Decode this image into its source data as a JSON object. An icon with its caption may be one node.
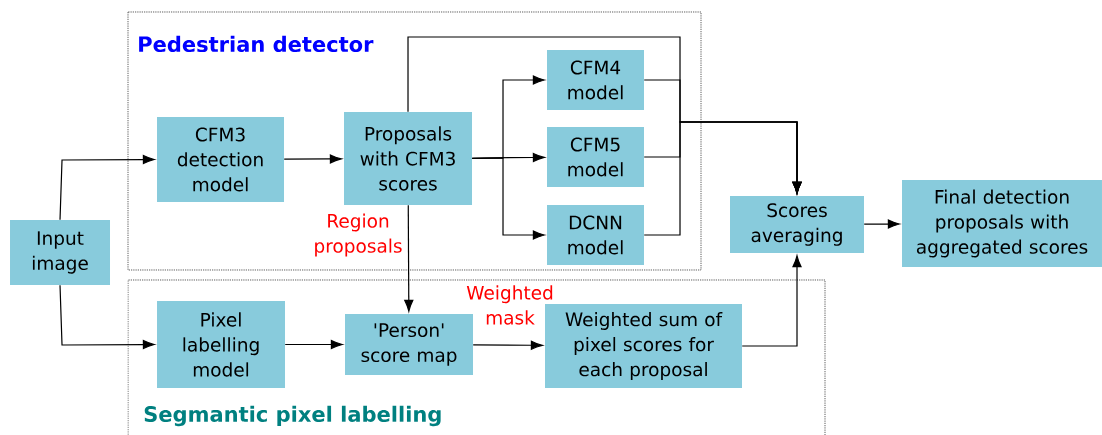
{
  "diagram": {
    "nodes": [
      {
        "text": [
          "Pedestrian detector"
        ]
      },
      {
        "text": [
          "Segmantic pixel labelling"
        ]
      },
      {
        "text": [
          "Input image"
        ]
      },
      {
        "text": [
          "CFM3 detection model"
        ],
        "in": 0
      },
      {
        "text": [
          "Proposals with CFM3 scores"
        ],
        "in": 0
      },
      {
        "text": [
          "CFM4 model"
        ],
        "in": 0
      },
      {
        "text": [
          "CFM5 model"
        ],
        "in": 0
      },
      {
        "text": [
          "DCNN model"
        ],
        "in": 0
      },
      {
        "text": [
          "Scores averaging"
        ]
      },
      {
        "text": [
          "Final detection proposals with aggregated scores"
        ]
      },
      {
        "text": [
          "Pixel labelling model"
        ],
        "in": 1
      },
      {
        "text": [
          "'Person' score map"
        ],
        "in": 1
      },
      {
        "text": [
          "Weighted sum of pixel scores for each proposal"
        ],
        "in": 1
      }
    ],
    "edges": [
      {
        "from": 2,
        "to": 3,
        "arrow": "to"
      },
      {
        "from": 2,
        "to": 10,
        "arrow": "to"
      },
      {
        "from": 3,
        "to": 4,
        "arrow": "to"
      },
      {
        "from": 4,
        "to": 5,
        "arrow": "to"
      },
      {
        "from": 4,
        "to": 6,
        "arrow": "to"
      },
      {
        "from": 4,
        "to": 7,
        "arrow": "to"
      },
      {
        "from": 4,
        "to": 8,
        "arrow": "to"
      },
      {
        "from": 5,
        "to": 8,
        "arrow": "to"
      },
      {
        "from": 6,
        "to": 8,
        "arrow": "to"
      },
      {
        "from": 7,
        "to": 8,
        "arrow": "to"
      },
      {
        "from": 4,
        "to": 11,
        "arrow": "to",
        "label": "Region proposals"
      },
      {
        "from": 10,
        "to": 11,
        "arrow": "to"
      },
      {
        "from": 11,
        "to": 12,
        "arrow": "to",
        "label": "Weighted mask"
      },
      {
        "from": 12,
        "to": 8,
        "arrow": "to"
      },
      {
        "from": 8,
        "to": 9,
        "arrow": "to"
      }
    ]
  }
}
